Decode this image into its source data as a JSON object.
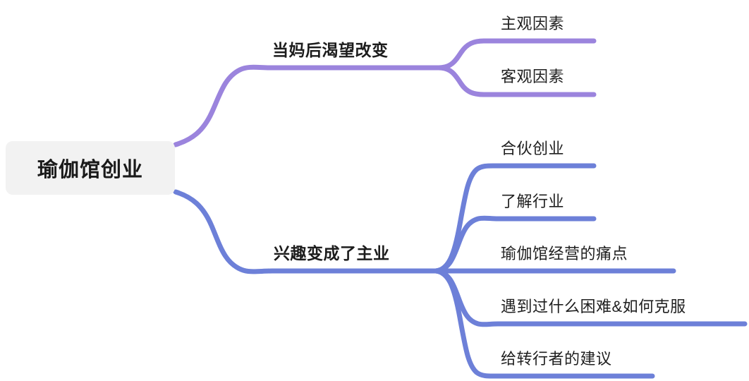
{
  "diagram": {
    "type": "mind-map",
    "title": "瑜伽馆创业",
    "background_color": "#ffffff",
    "root": {
      "label": "瑜伽馆创业",
      "box_color": "#f2f2f2",
      "text_color": "#1a1a1a"
    },
    "branches": [
      {
        "id": "branch-1",
        "label": "当妈后渴望改变",
        "color": "#9b84dd",
        "children": [
          {
            "id": "leaf-1-1",
            "label": "主观因素"
          },
          {
            "id": "leaf-1-2",
            "label": "客观因素"
          }
        ]
      },
      {
        "id": "branch-2",
        "label": "兴趣变成了主业",
        "color": "#6d80d8",
        "children": [
          {
            "id": "leaf-2-1",
            "label": "合伙创业"
          },
          {
            "id": "leaf-2-2",
            "label": "了解行业"
          },
          {
            "id": "leaf-2-3",
            "label": "瑜伽馆经营的痛点"
          },
          {
            "id": "leaf-2-4",
            "label": "遇到过什么困难&如何克服"
          },
          {
            "id": "leaf-2-5",
            "label": "给转行者的建议"
          }
        ]
      }
    ]
  }
}
